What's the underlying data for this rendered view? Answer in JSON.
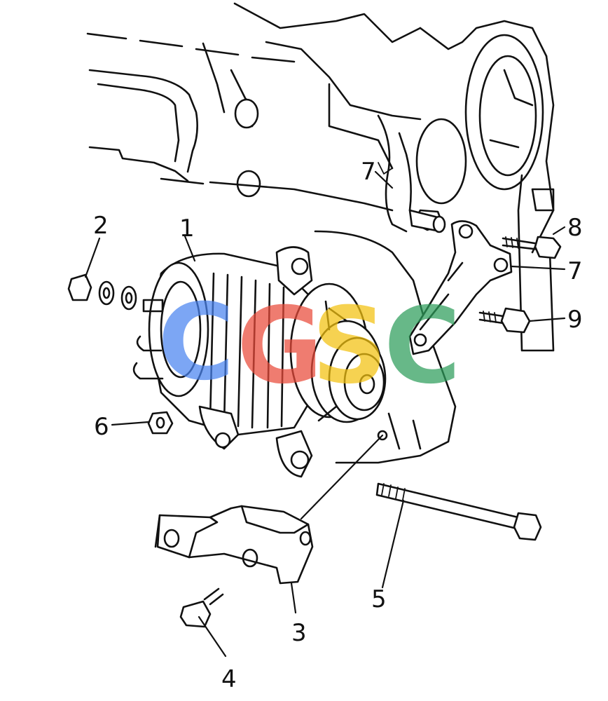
{
  "callouts": {
    "c1": "1",
    "c2": "2",
    "c3": "3",
    "c4": "4",
    "c5": "5",
    "c6": "6",
    "c7_engine": "7",
    "c7_bracket": "7",
    "c8": "8",
    "c9": "9"
  },
  "watermark": {
    "l1": "C",
    "l2": "G",
    "l3": "S",
    "l4": "C",
    "colors": [
      "#4a84f0",
      "#ea4a3a",
      "#f3c20f",
      "#2e9e5b"
    ]
  },
  "colors": {
    "ink": "#111111",
    "paper": "#ffffff"
  }
}
